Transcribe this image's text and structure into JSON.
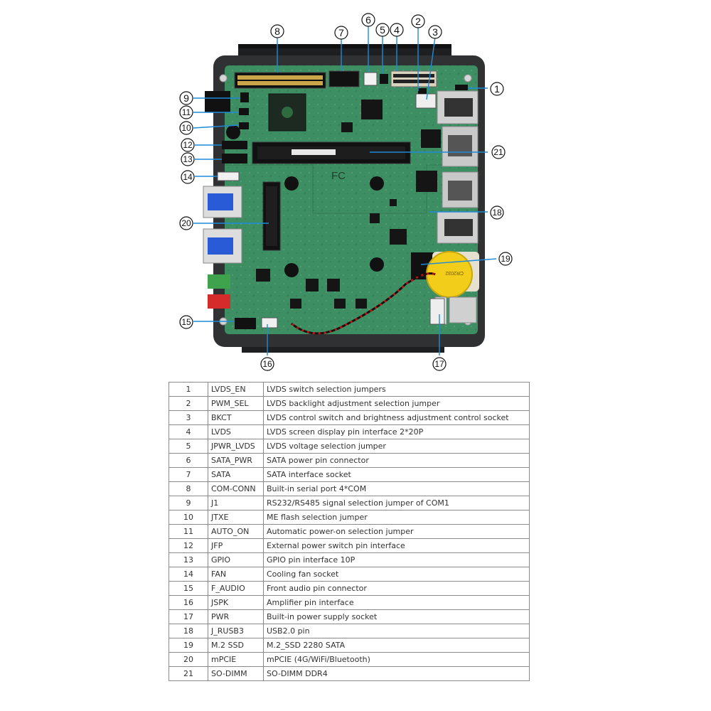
{
  "callouts": [
    "1",
    "2",
    "3",
    "4",
    "5",
    "6",
    "7",
    "8",
    "9",
    "10",
    "11",
    "12",
    "13",
    "14",
    "15",
    "16",
    "17",
    "18",
    "19",
    "20",
    "21"
  ],
  "pcb_marks": {
    "fcc": "FC",
    "battery_text": "CR2032"
  },
  "table": {
    "rows": [
      {
        "num": "1",
        "name": "LVDS_EN",
        "desc": "LVDS switch selection jumpers"
      },
      {
        "num": "2",
        "name": "PWM_SEL",
        "desc": "LVDS backlight adjustment selection jumper"
      },
      {
        "num": "3",
        "name": "BKCT",
        "desc": "LVDS control switch and brightness adjustment control socket"
      },
      {
        "num": "4",
        "name": "LVDS",
        "desc": "LVDS screen display pin interface 2*20P"
      },
      {
        "num": "5",
        "name": "JPWR_LVDS",
        "desc": "LVDS voltage selection jumper"
      },
      {
        "num": "6",
        "name": "SATA_PWR",
        "desc": "SATA power pin connector"
      },
      {
        "num": "7",
        "name": "SATA",
        "desc": "SATA interface socket"
      },
      {
        "num": "8",
        "name": "COM-CONN",
        "desc": "Built-in serial port 4*COM"
      },
      {
        "num": "9",
        "name": "J1",
        "desc": "RS232/RS485 signal selection jumper of COM1"
      },
      {
        "num": "10",
        "name": "JTXE",
        "desc": "ME flash selection jumper"
      },
      {
        "num": "11",
        "name": "AUTO_ON",
        "desc": "Automatic power-on selection jumper"
      },
      {
        "num": "12",
        "name": "JFP",
        "desc": "External power switch pin interface"
      },
      {
        "num": "13",
        "name": "GPIO",
        "desc": "GPIO pin interface 10P"
      },
      {
        "num": "14",
        "name": "FAN",
        "desc": "Cooling fan socket"
      },
      {
        "num": "15",
        "name": "F_AUDIO",
        "desc": "Front audio pin connector"
      },
      {
        "num": "16",
        "name": "JSPK",
        "desc": "Amplifier pin interface"
      },
      {
        "num": "17",
        "name": "PWR",
        "desc": "Built-in power supply socket"
      },
      {
        "num": "18",
        "name": "J_RUSB3",
        "desc": "USB2.0 pin"
      },
      {
        "num": "19",
        "name": "M.2 SSD",
        "desc": "M.2_SSD 2280 SATA"
      },
      {
        "num": "20",
        "name": "mPCIE",
        "desc": "mPCIE (4G/WiFi/Bluetooth)"
      },
      {
        "num": "21",
        "name": "SO-DIMM",
        "desc": "SO-DIMM DDR4"
      }
    ]
  },
  "colors": {
    "pcb": "#3d8f63",
    "pcb_dark": "#2c6e4a",
    "chassis": "#2f3133",
    "heatsink": "#1e1f20",
    "callout_line": "#1f8ad8",
    "battery": "#f2cd1a",
    "table_border": "#8a8a8a"
  }
}
